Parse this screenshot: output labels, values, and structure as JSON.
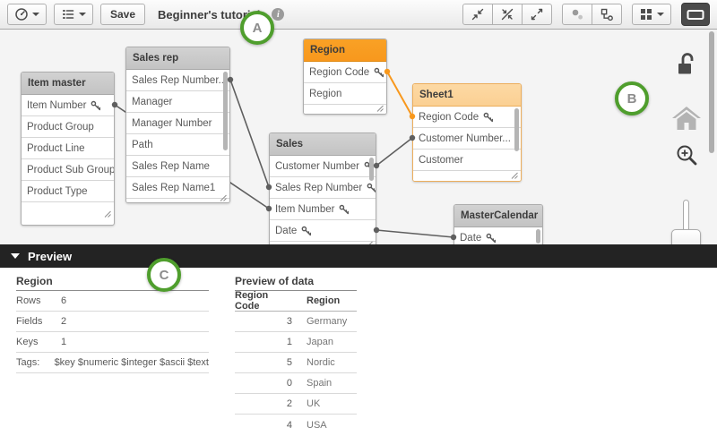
{
  "toolbar": {
    "save_label": "Save",
    "title": "Beginner's tutorial",
    "icons": {
      "left": [
        "navigation-compass-icon",
        "global-menu-list-icon",
        "info-icon"
      ],
      "right": [
        "collapse-all-icon",
        "show-linked-icon",
        "expand-all-icon",
        "internal-table-view-icon",
        "layout-icon",
        "grid-view-icon",
        "toggle-preview-icon"
      ]
    }
  },
  "canvas": {
    "tables": {
      "item_master": {
        "name": "Item master",
        "fields": [
          {
            "label": "Item Number",
            "key": true
          },
          {
            "label": "Product Group",
            "key": false
          },
          {
            "label": "Product Line",
            "key": false
          },
          {
            "label": "Product Sub Group",
            "key": false
          },
          {
            "label": "Product Type",
            "key": false
          }
        ]
      },
      "sales_rep": {
        "name": "Sales rep",
        "fields": [
          {
            "label": "Sales Rep Number...",
            "key": false
          },
          {
            "label": "Manager",
            "key": false
          },
          {
            "label": "Manager Number",
            "key": false
          },
          {
            "label": "Path",
            "key": false
          },
          {
            "label": "Sales Rep Name",
            "key": false
          },
          {
            "label": "Sales Rep Name1",
            "key": false
          }
        ]
      },
      "region": {
        "name": "Region",
        "selected": true,
        "fields": [
          {
            "label": "Region Code",
            "key": true
          },
          {
            "label": "Region",
            "key": false
          }
        ]
      },
      "sheet1": {
        "name": "Sheet1",
        "highlighted": true,
        "fields": [
          {
            "label": "Region Code",
            "key": true
          },
          {
            "label": "Customer Number...",
            "key": false
          },
          {
            "label": "Customer",
            "key": false
          }
        ]
      },
      "sales": {
        "name": "Sales",
        "fields": [
          {
            "label": "Customer Number",
            "key": true
          },
          {
            "label": "Sales Rep Number",
            "key": true
          },
          {
            "label": "Item Number",
            "key": true
          },
          {
            "label": "Date",
            "key": true
          }
        ]
      },
      "master_calendar": {
        "name": "MasterCalendar",
        "fields": [
          {
            "label": "Date",
            "key": true
          }
        ]
      }
    },
    "sidebar_icons": [
      "lock-open-icon",
      "home-icon",
      "zoom-in-icon",
      "zoom-slider"
    ]
  },
  "annotations": [
    {
      "label": "A"
    },
    {
      "label": "B"
    },
    {
      "label": "C"
    }
  ],
  "preview": {
    "title": "Preview",
    "table_info": {
      "title": "Region",
      "rows": [
        {
          "label": "Rows",
          "value": "6"
        },
        {
          "label": "Fields",
          "value": "2"
        },
        {
          "label": "Keys",
          "value": "1"
        },
        {
          "label": "Tags:",
          "value": "$key $numeric $integer $ascii $text"
        }
      ]
    },
    "data_preview": {
      "title": "Preview of data",
      "columns": [
        "Region Code",
        "Region"
      ],
      "rows": [
        [
          "3",
          "Germany"
        ],
        [
          "1",
          "Japan"
        ],
        [
          "5",
          "Nordic"
        ],
        [
          "0",
          "Spain"
        ],
        [
          "2",
          "UK"
        ],
        [
          "4",
          "USA"
        ]
      ]
    }
  },
  "colors": {
    "accent_orange": "#F8981D",
    "highlight_orange_light": "#FBD49B",
    "annotation_green": "#4F9E2D",
    "table_header_gray": "#C7C7C7",
    "preview_bar_dark": "#232323",
    "canvas_bg": "#F4F4F4"
  }
}
